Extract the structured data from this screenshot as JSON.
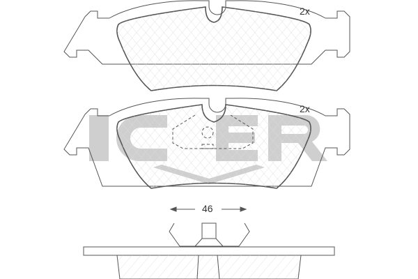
{
  "diagram": {
    "type": "brake-pad-technical-drawing",
    "watermark": "ICER",
    "top_view": {
      "quantity_label": "2x"
    },
    "middle_view": {
      "quantity_label": "2x"
    },
    "side_view": {
      "dimension_label": "46"
    }
  },
  "colors": {
    "line": "#555555",
    "hatch": "#d4d4d4",
    "watermark": "#c8c8c8",
    "background": "#ffffff"
  }
}
